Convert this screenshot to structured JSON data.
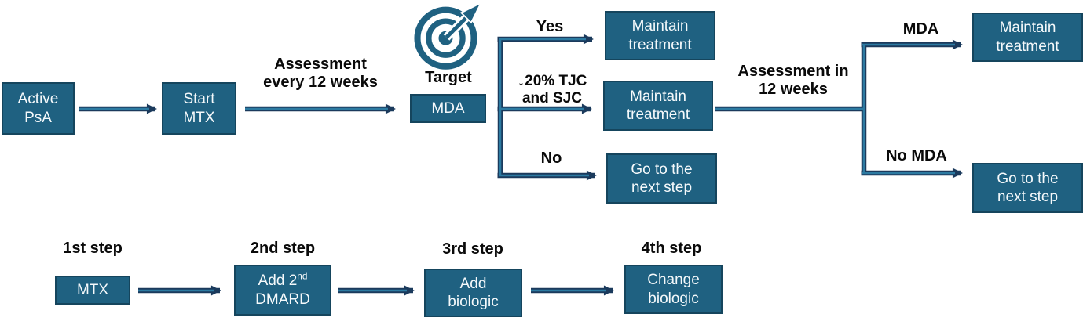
{
  "colors": {
    "box_fill": "#1F6181",
    "box_border": "#15455D",
    "connector_outline": "#1B3A5C",
    "connector_inner": "#2C7AA1",
    "box_text": "#F5F9FB",
    "label_text": "#0A0A0A"
  },
  "flow": {
    "active_psa": {
      "line1": "Active",
      "line2": "PsA"
    },
    "start_mtx": {
      "line1": "Start",
      "line2": "MTX"
    },
    "assessment_label": {
      "line1": "Assessment",
      "line2": "every 12 weeks"
    },
    "target_label": "Target",
    "mda_box": "MDA",
    "branch_yes": "Yes",
    "branch_tjc": {
      "line1": "↓20% TJC",
      "line2": "and SJC"
    },
    "branch_no": "No",
    "maintain_top": {
      "line1": "Maintain",
      "line2": "treatment"
    },
    "maintain_mid": {
      "line1": "Maintain",
      "line2": "treatment"
    },
    "go_next_left": {
      "line1": "Go to the",
      "line2": "next step"
    },
    "assessment12_label": {
      "line1": "Assessment in",
      "line2": "12 weeks"
    },
    "branch_mda": "MDA",
    "branch_no_mda": "No MDA",
    "maintain_right": {
      "line1": "Maintain",
      "line2": "treatment"
    },
    "go_next_right": {
      "line1": "Go to the",
      "line2": "next step"
    }
  },
  "steps": {
    "step1": {
      "label": "1st step",
      "box": "MTX"
    },
    "step2": {
      "label": "2nd step",
      "box_prefix": "Add 2",
      "box_sup": "nd",
      "box_line2": "DMARD"
    },
    "step3": {
      "label": "3rd step",
      "box_line1": "Add",
      "box_line2": "biologic"
    },
    "step4": {
      "label": "4th step",
      "box_line1": "Change",
      "box_line2": "biologic"
    }
  }
}
